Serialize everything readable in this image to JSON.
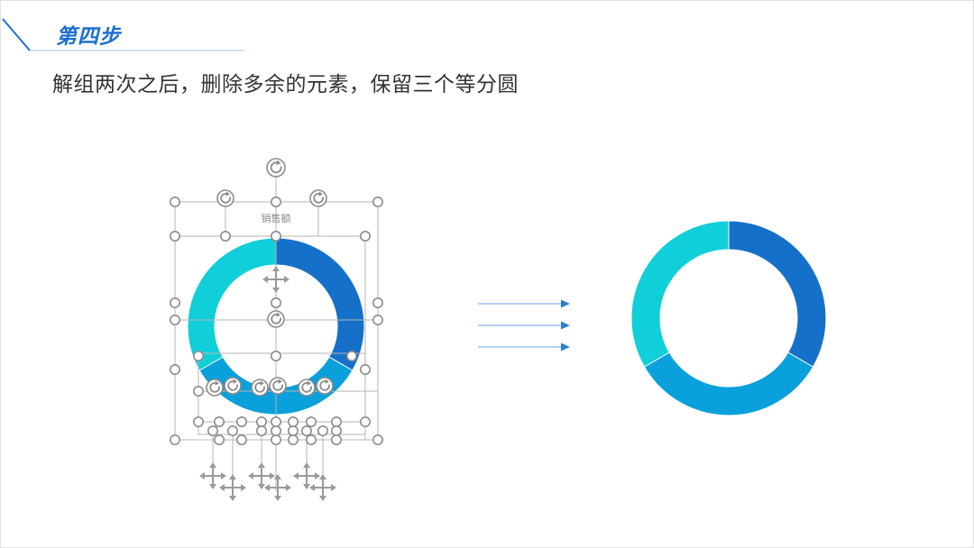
{
  "header": {
    "step_title": "第四步",
    "subtitle": "解组两次之后，删除多余的元素，保留三个等分圆"
  },
  "left_diagram": {
    "data_label": "销售额"
  },
  "colors": {
    "accent": "#1a6fd0",
    "segment_dark_blue": "#1570c9",
    "segment_mid_blue": "#0aa0db",
    "segment_cyan": "#10cfd9",
    "arrow": "#2a7fd4"
  },
  "chart_data": {
    "type": "pie",
    "donut": true,
    "segments": [
      {
        "value": 1,
        "color": "#1570c9"
      },
      {
        "value": 1,
        "color": "#0aa0db"
      },
      {
        "value": 1,
        "color": "#10cfd9"
      }
    ]
  }
}
